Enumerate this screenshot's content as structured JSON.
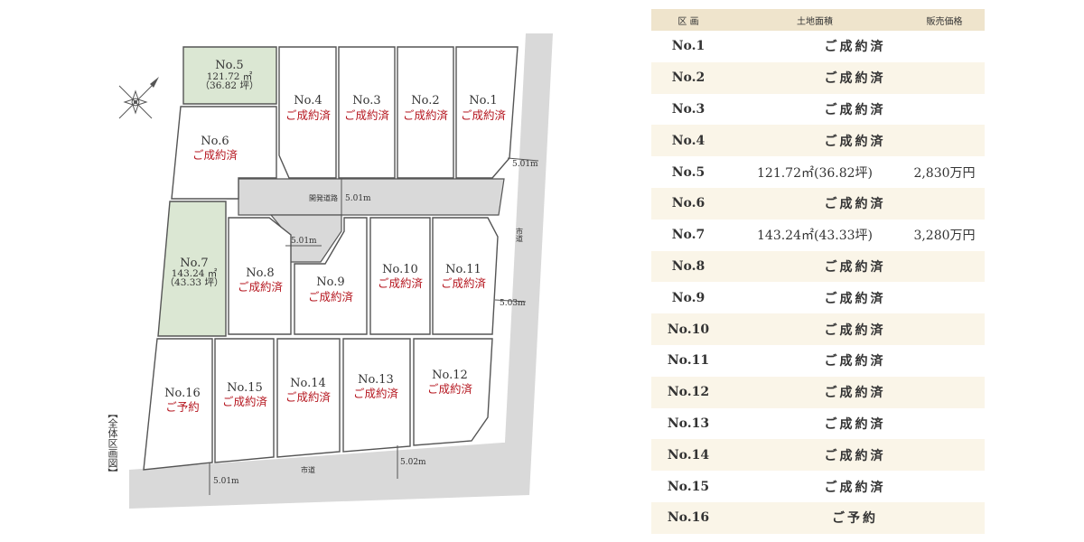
{
  "plan": {
    "title": "【全体区画図】",
    "lots": [
      {
        "id": "no5",
        "label": "No.5",
        "area_m2": "121.72 ㎡",
        "area_tsubo": "（36.82 坪）",
        "status": ""
      },
      {
        "id": "no4",
        "label": "No.4",
        "status": "ご成約済"
      },
      {
        "id": "no3",
        "label": "No.3",
        "status": "ご成約済"
      },
      {
        "id": "no2",
        "label": "No.2",
        "status": "ご成約済"
      },
      {
        "id": "no1",
        "label": "No.1",
        "status": "ご成約済"
      },
      {
        "id": "no6",
        "label": "No.6",
        "status": "ご成約済"
      },
      {
        "id": "no7",
        "label": "No.7",
        "area_m2": "143.24 ㎡",
        "area_tsubo": "（43.33 坪）",
        "status": ""
      },
      {
        "id": "no8",
        "label": "No.8",
        "status": "ご成約済"
      },
      {
        "id": "no9",
        "label": "No.9",
        "status": "ご成約済"
      },
      {
        "id": "no10",
        "label": "No.10",
        "status": "ご成約済"
      },
      {
        "id": "no11",
        "label": "No.11",
        "status": "ご成約済"
      },
      {
        "id": "no16",
        "label": "No.16",
        "status": "ご予約"
      },
      {
        "id": "no15",
        "label": "No.15",
        "status": "ご成約済"
      },
      {
        "id": "no14",
        "label": "No.14",
        "status": "ご成約済"
      },
      {
        "id": "no13",
        "label": "No.13",
        "status": "ご成約済"
      },
      {
        "id": "no12",
        "label": "No.12",
        "status": "ご成約済"
      }
    ],
    "roads": {
      "internal_label": "開発道路",
      "internal_width": "5.01m",
      "inner_court_width": "5.01m",
      "city_road_right": "市道",
      "city_road_bottom": "市道",
      "right_width_top": "5.01m",
      "right_width_mid": "5.03m",
      "bottom_width_left": "5.01m",
      "bottom_width_right": "5.02m"
    }
  },
  "table": {
    "headers": [
      "区 画",
      "土地面積",
      "販売価格"
    ],
    "rows": [
      {
        "lot": "No.1",
        "status": "ご成約済"
      },
      {
        "lot": "No.2",
        "status": "ご成約済"
      },
      {
        "lot": "No.3",
        "status": "ご成約済"
      },
      {
        "lot": "No.4",
        "status": "ご成約済"
      },
      {
        "lot": "No.5",
        "area": "121.72㎡(36.82坪)",
        "price": "2,830万円"
      },
      {
        "lot": "No.6",
        "status": "ご成約済"
      },
      {
        "lot": "No.7",
        "area": "143.24㎡(43.33坪)",
        "price": "3,280万円"
      },
      {
        "lot": "No.8",
        "status": "ご成約済"
      },
      {
        "lot": "No.9",
        "status": "ご成約済"
      },
      {
        "lot": "No.10",
        "status": "ご成約済"
      },
      {
        "lot": "No.11",
        "status": "ご成約済"
      },
      {
        "lot": "No.12",
        "status": "ご成約済"
      },
      {
        "lot": "No.13",
        "status": "ご成約済"
      },
      {
        "lot": "No.14",
        "status": "ご成約済"
      },
      {
        "lot": "No.15",
        "status": "ご成約済"
      },
      {
        "lot": "No.16",
        "status": "ご予約"
      }
    ]
  },
  "colors": {
    "sold": "#b5161f",
    "header_bg": "#efe4cc",
    "row_alt": "#faf5e8",
    "available_lot": "#dbe7d3",
    "road": "#d9d9d9"
  }
}
